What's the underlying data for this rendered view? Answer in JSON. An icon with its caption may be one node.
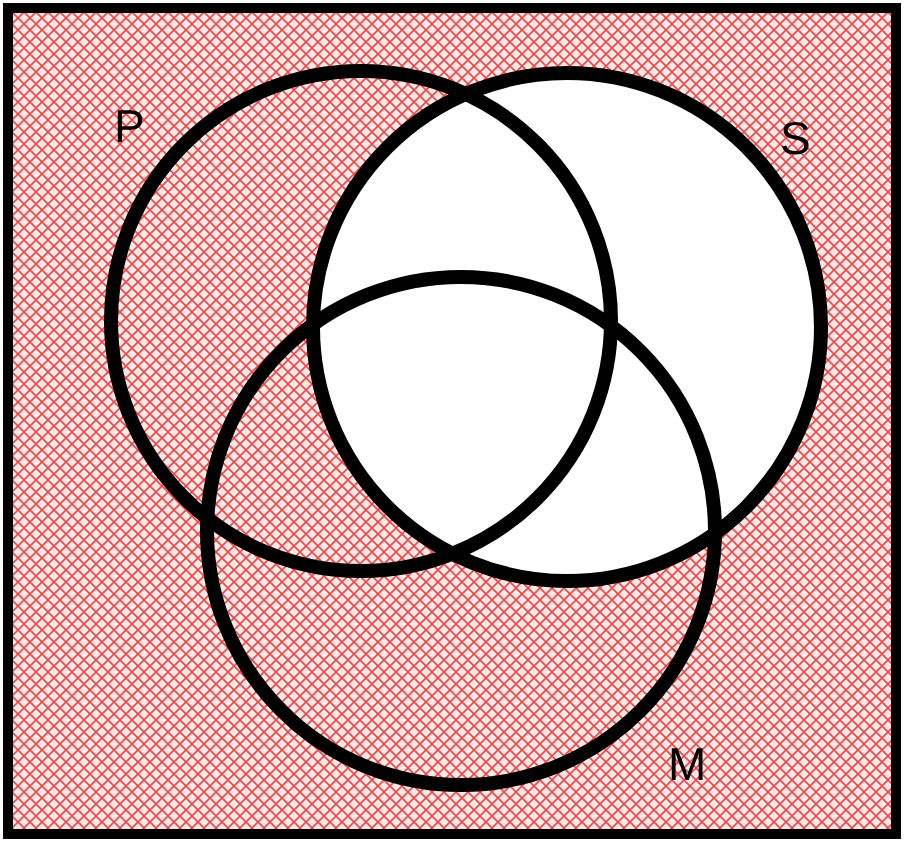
{
  "diagram": {
    "nodes": [
      {
        "text": [
          "P"
        ]
      },
      {
        "text": [
          "S"
        ]
      },
      {
        "text": [
          "M"
        ]
      }
    ],
    "edges": []
  }
}
